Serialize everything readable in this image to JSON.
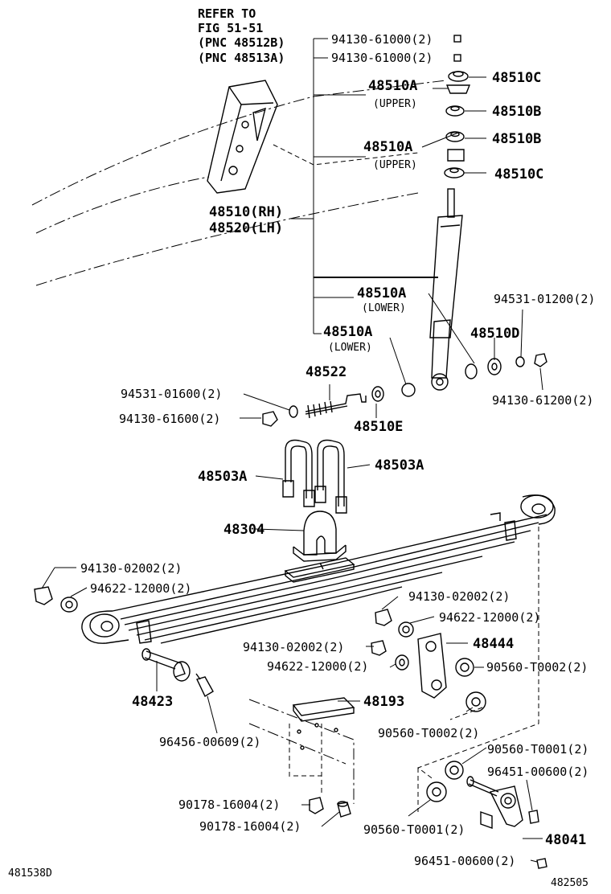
{
  "diagram": {
    "drawing_number_left": "481538D",
    "drawing_number_right": "482505",
    "refer_note": [
      "REFER TO",
      "FIG 51-51",
      "(PNC 48512B)",
      "(PNC 48513A)"
    ],
    "labels": {
      "p9413061000_a": "94130-61000(2)",
      "p9413061000_b": "94130-61000(2)",
      "p48510c_top": "48510C",
      "p48510a_upper1": "48510A",
      "upper1": "(UPPER)",
      "p48510b_1": "48510B",
      "p48510b_2": "48510B",
      "p48510a_upper2": "48510A",
      "upper2": "(UPPER)",
      "p48510c_bot": "48510C",
      "p48510_rh": "48510(RH)",
      "p48520_lh": "48520(LH)",
      "p48510a_lower1": "48510A",
      "lower1": "(LOWER)",
      "p9453101200": "94531-01200(2)",
      "p48510d": "48510D",
      "p48510a_lower2": "48510A",
      "lower2": "(LOWER)",
      "p9413061200": "94130-61200(2)",
      "p48522": "48522",
      "p9453101600": "94531-01600(2)",
      "p9413061600": "94130-61600(2)",
      "p48510e": "48510E",
      "p48503a_left": "48503A",
      "p48503a_right": "48503A",
      "p48304": "48304",
      "p9413002002_a": "94130-02002(2)",
      "p9462212000_a": "94622-12000(2)",
      "p9413002002_b": "94130-02002(2)",
      "p9462212000_b": "94622-12000(2)",
      "p48444": "48444",
      "p9413002002_c": "94130-02002(2)",
      "p9462212000_c": "94622-12000(2)",
      "p90560t0002_a": "90560-T0002(2)",
      "p48423": "48423",
      "p48193": "48193",
      "p90560t0002_b": "90560-T0002(2)",
      "p9645600609": "96456-00609(2)",
      "p90560t0001_a": "90560-T0001(2)",
      "p9645100600_a": "96451-00600(2)",
      "p9017816004_a": "90178-16004(2)",
      "p9017816004_b": "90178-16004(2)",
      "p90560t0001_b": "90560-T0001(2)",
      "p48041": "48041",
      "p9645100600_b": "96451-00600(2)"
    }
  }
}
